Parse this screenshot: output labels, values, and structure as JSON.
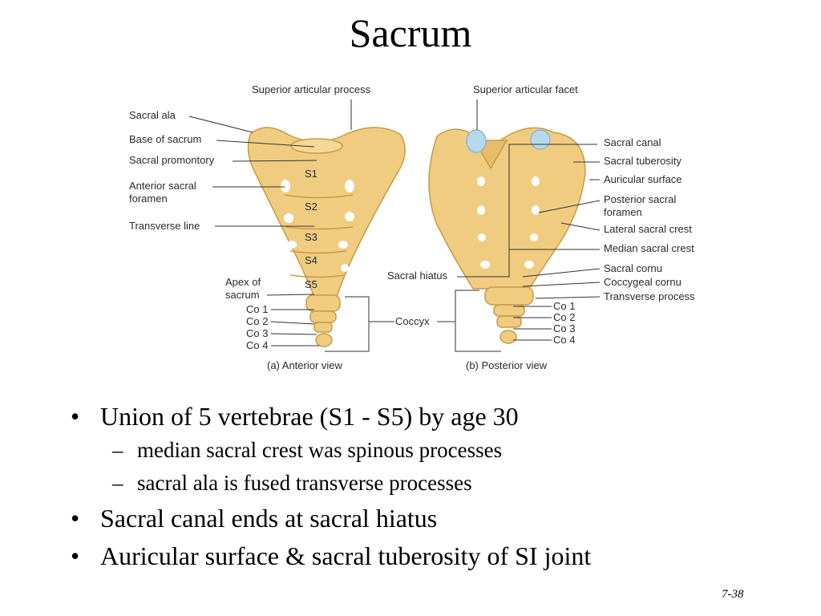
{
  "title": "Sacrum",
  "figure": {
    "anterior": {
      "caption": "(a) Anterior view",
      "labels": {
        "superior_articular_process": "Superior articular process",
        "sacral_ala": "Sacral ala",
        "base_of_sacrum": "Base of sacrum",
        "sacral_promontory": "Sacral promontory",
        "anterior_sacral_foramen_1": "Anterior sacral",
        "anterior_sacral_foramen_2": "foramen",
        "transverse_line": "Transverse line",
        "apex_1": "Apex of",
        "apex_2": "sacrum",
        "co1": "Co 1",
        "co2": "Co 2",
        "co3": "Co 3",
        "co4": "Co 4",
        "s1": "S1",
        "s2": "S2",
        "s3": "S3",
        "s4": "S4",
        "s5": "S5",
        "coccyx": "Coccyx"
      }
    },
    "posterior": {
      "caption": "(b) Posterior view",
      "labels": {
        "superior_articular_facet": "Superior articular facet",
        "sacral_hiatus": "Sacral hiatus",
        "sacral_canal": "Sacral canal",
        "sacral_tuberosity": "Sacral tuberosity",
        "auricular_surface": "Auricular surface",
        "posterior_sacral_foramen_1": "Posterior sacral",
        "posterior_sacral_foramen_2": "foramen",
        "lateral_sacral_crest": "Lateral sacral crest",
        "median_sacral_crest": "Median sacral crest",
        "sacral_cornu": "Sacral cornu",
        "coccygeal_cornu": "Coccygeal cornu",
        "transverse_process": "Transverse process",
        "co1": "Co 1",
        "co2": "Co 2",
        "co3": "Co 3",
        "co4": "Co 4"
      }
    }
  },
  "bullets": [
    {
      "text": "Union of 5 vertebrae (S1 - S5) by age 30",
      "sub": [
        "median sacral crest was spinous processes",
        "sacral ala is fused transverse processes"
      ]
    },
    {
      "text": "Sacral canal ends at sacral hiatus"
    },
    {
      "text": "Auricular surface & sacral tuberosity of SI  joint"
    }
  ],
  "bullet_char": "•",
  "sub_bullet_char": "–",
  "page_number": "7-38",
  "colors": {
    "bone": "#f0cc80",
    "bone_dark": "#c99a45",
    "facet": "#b8d8ee"
  }
}
